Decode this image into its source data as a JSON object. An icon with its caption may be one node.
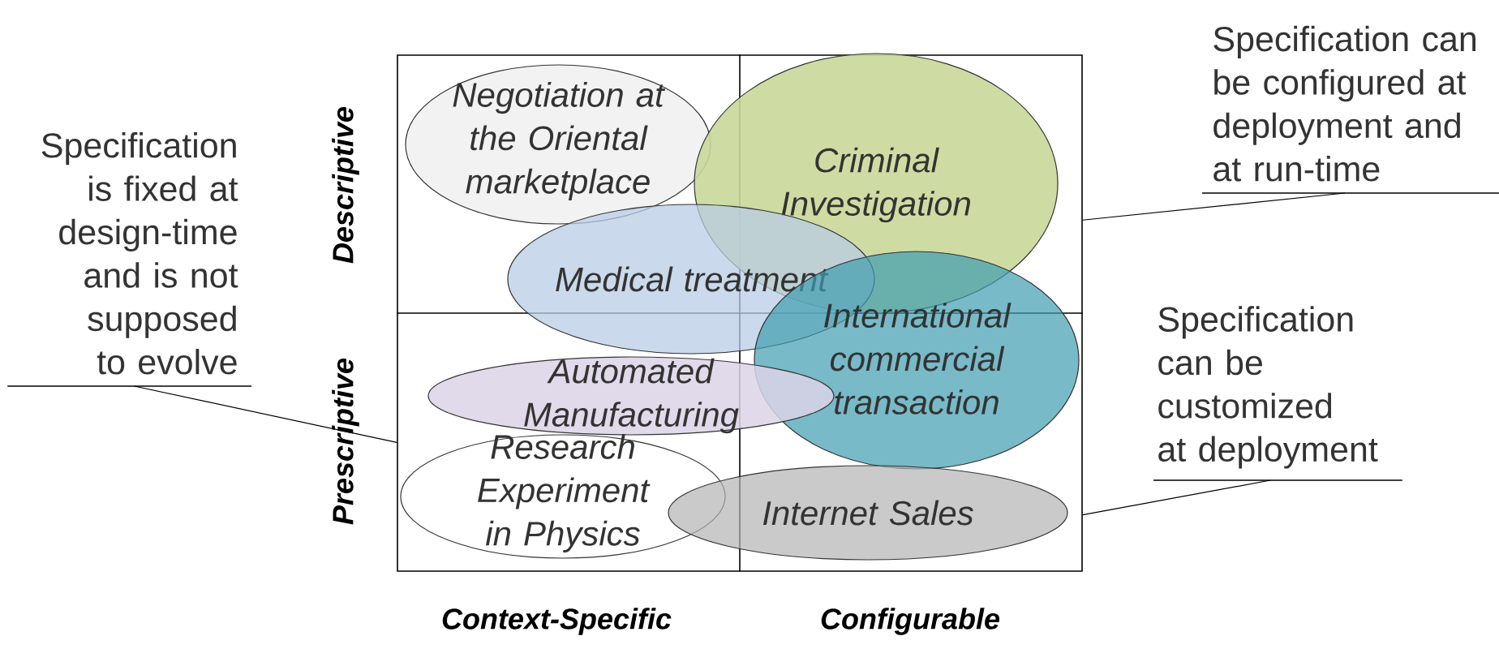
{
  "diagram": {
    "nodes": [
      {
        "text": [],
        "shape": "box"
      },
      {
        "text": [
          "Negotiation at the Oriental marketplace"
        ],
        "in": 0
      },
      {
        "text": [
          "Criminal Investigation"
        ],
        "in": 0
      },
      {
        "text": [
          "Medical treatment"
        ],
        "in": 0
      },
      {
        "text": [
          "International commercial transaction"
        ],
        "in": 0
      },
      {
        "text": [
          "Automated Manufacturing"
        ],
        "in": 0
      },
      {
        "text": [
          "Research Experiment in Physics"
        ],
        "in": 0
      },
      {
        "text": [
          "Internet Sales"
        ],
        "in": 0
      },
      {
        "text": [
          "Specification is fixed at design-time and is not supposed to evolve"
        ]
      },
      {
        "text": [
          "Specification can be configured at deployment and at run-time"
        ]
      },
      {
        "text": [
          "Specification can be customized at deployment"
        ]
      }
    ],
    "edges": [
      {
        "from": 8,
        "to": 0,
        "arrow": "none"
      },
      {
        "from": 9,
        "to": 0,
        "arrow": "none"
      },
      {
        "from": 10,
        "to": 0,
        "arrow": "none"
      }
    ],
    "labels": [
      "Descriptive",
      "Prescriptive",
      "Context-Specific",
      "Configurable"
    ]
  }
}
